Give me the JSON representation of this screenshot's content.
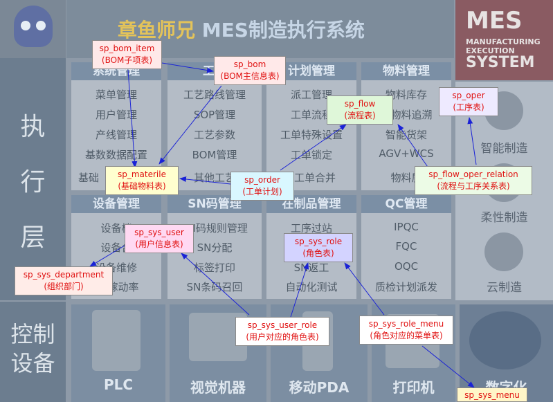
{
  "banner": {
    "title_cn": "章鱼师兄",
    "title_en": "MES制造执行系统"
  },
  "mes_logo": {
    "line1": "MES",
    "line2": "MANUFACTURING",
    "line3": "EXECUTION",
    "line4": "SYSTEM"
  },
  "side": {
    "exec_1": "执",
    "exec_2": "行",
    "exec_3": "层",
    "ctrl_1": "控制",
    "ctrl_2": "设备"
  },
  "modules": [
    {
      "title": "系统管理",
      "items": [
        "菜单管理",
        "用户管理",
        "产线管理",
        "基数数据配置",
        "基础"
      ]
    },
    {
      "title": "工艺",
      "items": [
        "工艺路线管理",
        "SOP管理",
        "工艺参数",
        "BOM管理",
        "其他工艺"
      ]
    },
    {
      "title": "计划管理",
      "items": [
        "派工管理",
        "工单流程",
        "工单特殊设置",
        "工单锁定",
        "工单合并"
      ]
    },
    {
      "title": "物料管理",
      "items": [
        "物料库存",
        "建物料追溯",
        "智能货架",
        "AGV+WCS",
        "物料质"
      ]
    },
    {
      "title": "设备管理",
      "items": [
        "设备档",
        "设备台",
        "设备维修",
        "稼动率"
      ]
    },
    {
      "title": "SN码管理",
      "items": [
        "SN码规则管理",
        "SN分配",
        "标签打印",
        "SN条码召回"
      ]
    },
    {
      "title": "在制品管理",
      "items": [
        "工序过站",
        "SN返工",
        "自动化测试"
      ]
    },
    {
      "title": "QC管理",
      "items": [
        "IPQC",
        "FQC",
        "OQC",
        "质检计划派发"
      ]
    }
  ],
  "right_panel": [
    "智能制造",
    "柔性制造",
    "云制造"
  ],
  "bottom": [
    "PLC",
    "视觉机器",
    "移动PDA",
    "打印机",
    "数字化"
  ],
  "nodes": {
    "sp_bom_item": {
      "name": "sp_bom_item",
      "desc": "(BOM子项表)"
    },
    "sp_bom": {
      "name": "sp_bom",
      "desc": "(BOM主信息表)"
    },
    "sp_flow": {
      "name": "sp_flow",
      "desc": "(流程表)"
    },
    "sp_oper": {
      "name": "sp_oper",
      "desc": "(工序表)"
    },
    "sp_materile": {
      "name": "sp_materile",
      "desc": "(基础物料表)"
    },
    "sp_order": {
      "name": "sp_order",
      "desc": "(工单计划)"
    },
    "sp_flow_oper_relation": {
      "name": "sp_flow_oper_relation",
      "desc": "(流程与工序关系表)"
    },
    "sp_sys_user": {
      "name": "sp_sys_user",
      "desc": "(用户信息表)"
    },
    "sp_sys_role": {
      "name": "sp_sys_role",
      "desc": "(角色表)"
    },
    "sp_sys_department": {
      "name": "sp_sys_department",
      "desc": "(组织部门)"
    },
    "sp_sys_user_role": {
      "name": "sp_sys_user_role",
      "desc": "(用户对应的角色表)"
    },
    "sp_sys_role_menu": {
      "name": "sp_sys_role_menu",
      "desc": "(角色对应的菜单表)"
    },
    "sp_sys_menu": {
      "name": "sp_sys_menu"
    }
  },
  "colors": {
    "edge": "#1a22d6",
    "sp_bom_item": "#ffe9e9",
    "sp_bom": "#ffe9e9",
    "sp_flow": "#dff7d9",
    "sp_oper": "#eeeaff",
    "sp_materile": "#ffffcf",
    "sp_order": "#d9f7ff",
    "sp_flow_oper_relation": "#ecfbe6",
    "sp_sys_user": "#ffd9f2",
    "sp_sys_role": "#d3d3ff",
    "sp_sys_department": "#ffece8",
    "sp_sys_user_role": "#ffffff",
    "sp_sys_role_menu": "#ffffff",
    "sp_sys_menu": "#fff6c8"
  }
}
